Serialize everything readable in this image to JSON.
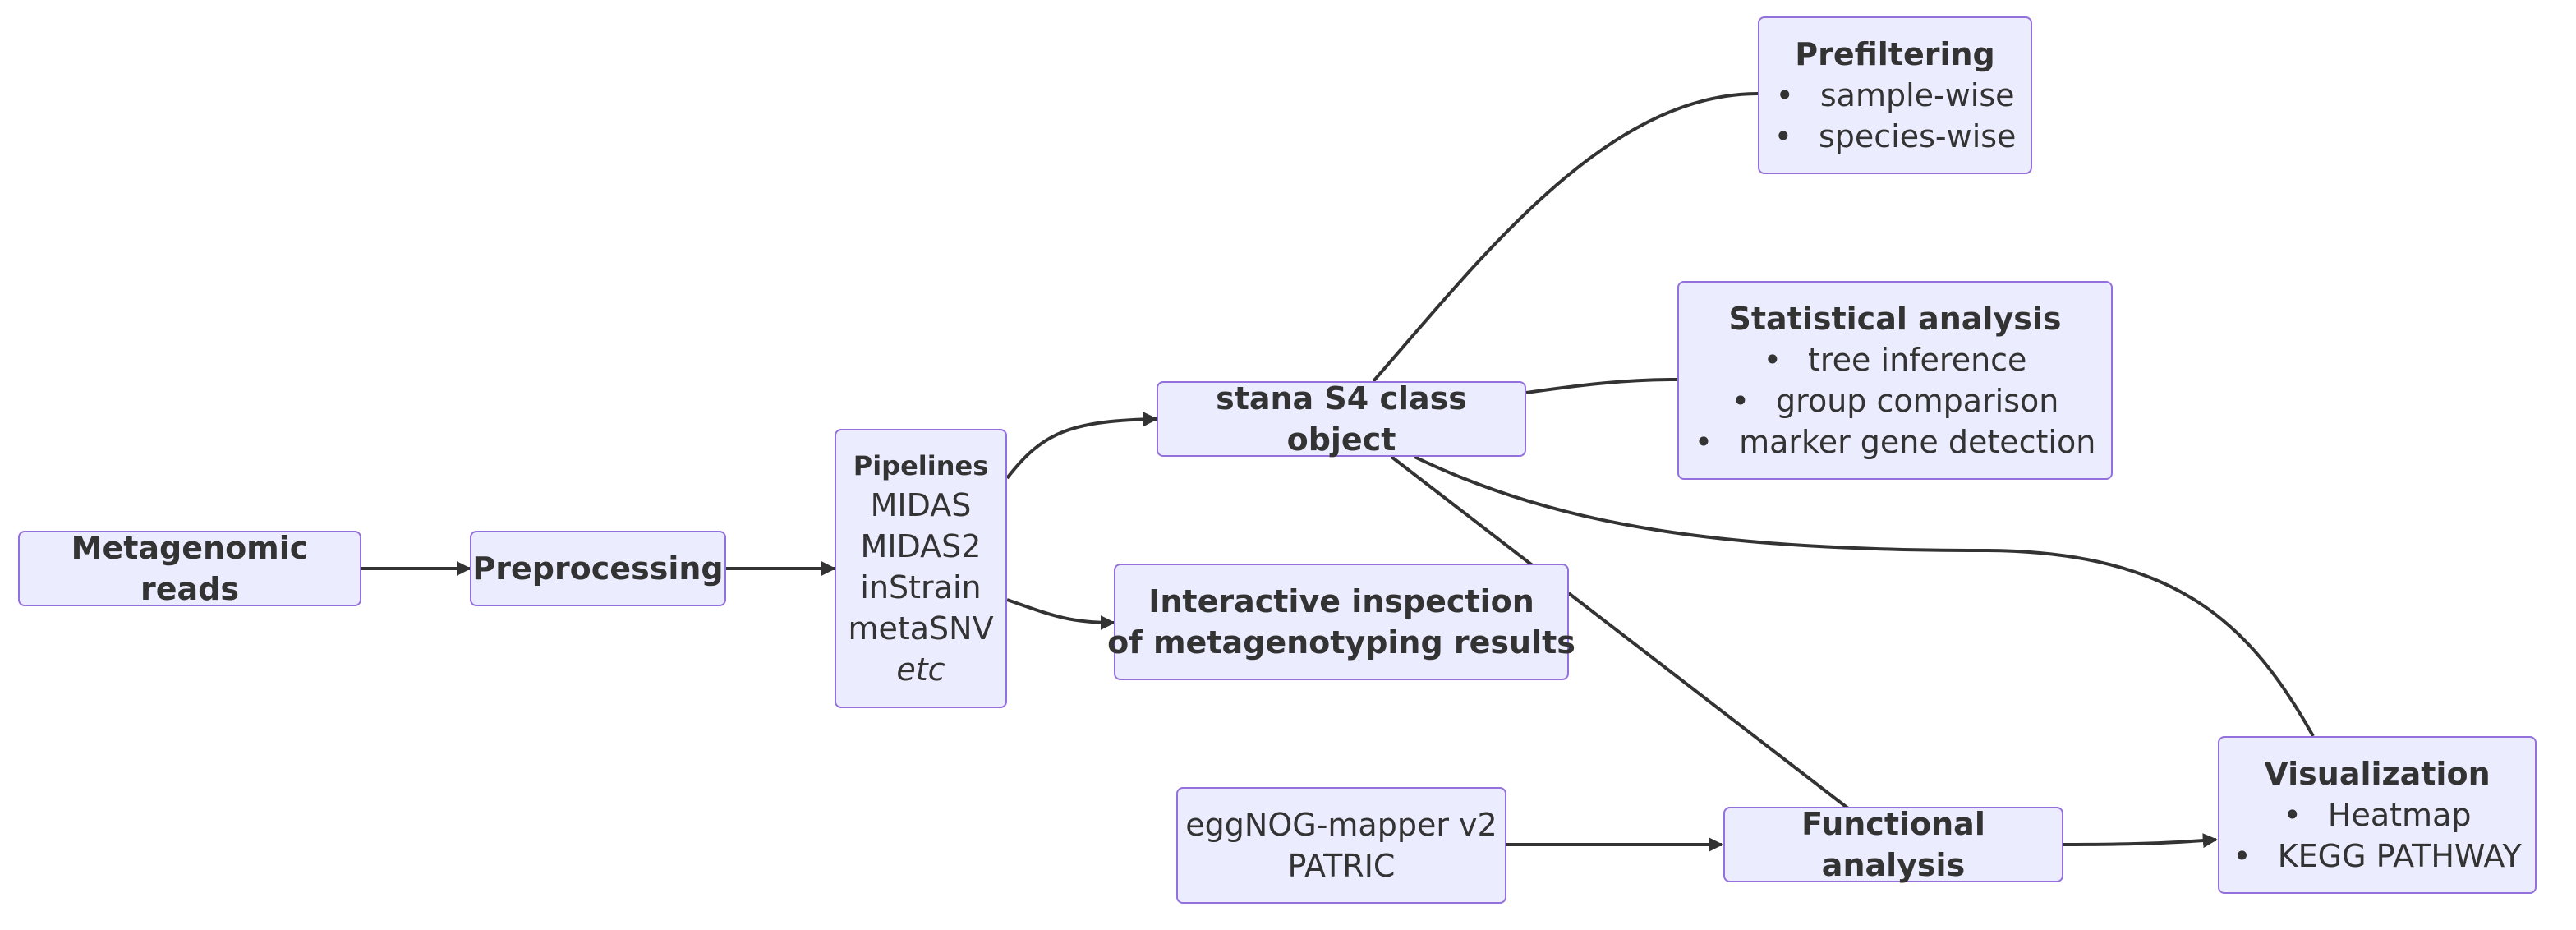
{
  "colors": {
    "node_fill": "#ececff",
    "node_border": "#9370db",
    "edge": "#333333",
    "text": "#333333"
  },
  "nodes": {
    "metagenomic_reads": {
      "title": "Metagenomic reads"
    },
    "preprocessing": {
      "title": "Preprocessing"
    },
    "pipelines": {
      "title": "Pipelines",
      "items": [
        "MIDAS",
        "MIDAS2",
        "inStrain",
        "metaSNV"
      ],
      "extra": "etc"
    },
    "stana_object": {
      "title": "stana S4 class object"
    },
    "interactive": {
      "lines": [
        "Interactive inspection",
        "of metagenotyping results"
      ]
    },
    "prefiltering": {
      "title": "Prefiltering",
      "items": [
        "sample-wise",
        "species-wise"
      ]
    },
    "statistical": {
      "title": "Statistical analysis",
      "items": [
        "tree inference",
        "group comparison",
        "marker gene detection"
      ]
    },
    "annotation_tools": {
      "lines": [
        "eggNOG-mapper v2",
        "PATRIC"
      ]
    },
    "functional": {
      "title": "Functional analysis"
    },
    "visualization": {
      "title": "Visualization",
      "items": [
        "Heatmap",
        "KEGG PATHWAY"
      ]
    }
  }
}
